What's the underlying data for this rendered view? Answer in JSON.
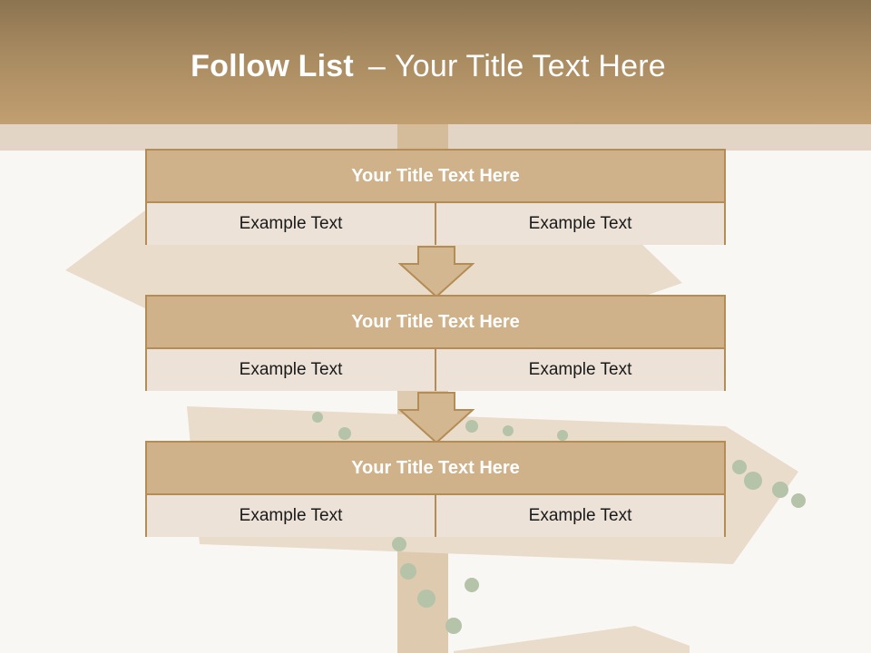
{
  "slide": {
    "title_bold": "Follow List",
    "title_separator": "–",
    "title_rest": "Your Title Text Here"
  },
  "blocks": [
    {
      "title": "Your Title Text Here",
      "cells": [
        "Example Text",
        "Example Text"
      ]
    },
    {
      "title": "Your Title Text Here",
      "cells": [
        "Example Text",
        "Example Text"
      ]
    },
    {
      "title": "Your Title Text Here",
      "cells": [
        "Example Text",
        "Example Text"
      ]
    }
  ],
  "colors": {
    "header": "#a98b61",
    "block_title": "#cfb18a",
    "block_cell": "#ece2d8",
    "border": "#b38c56"
  }
}
